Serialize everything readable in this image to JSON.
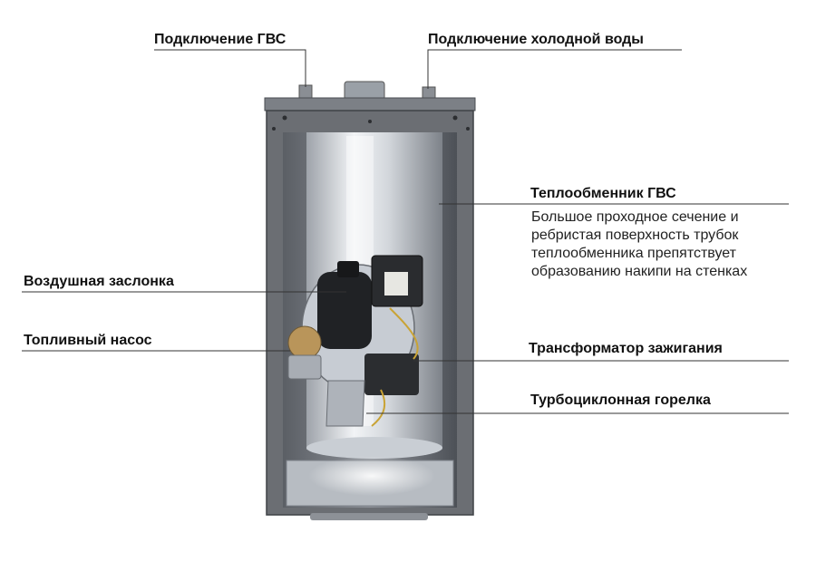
{
  "labels": {
    "dhw_connection": "Подключение ГВС",
    "cold_water_connection": "Подключение холодной воды",
    "dhw_heat_exchanger": "Теплообменник ГВС",
    "air_damper": "Воздушная заслонка",
    "fuel_pump": "Топливный насос",
    "ignition_transformer": "Трансформатор зажигания",
    "turbocyclone_burner": "Турбоциклонная горелка"
  },
  "heat_exchanger_description": [
    "Большое проходное сечение и",
    "ребристая поверхность трубок",
    "теплообменника препятствует",
    "образованию накипи на стенках"
  ],
  "colors": {
    "leader_line": "#333333",
    "boiler_frame": "#6b6e73",
    "burner_body": "#c7ccd3"
  }
}
